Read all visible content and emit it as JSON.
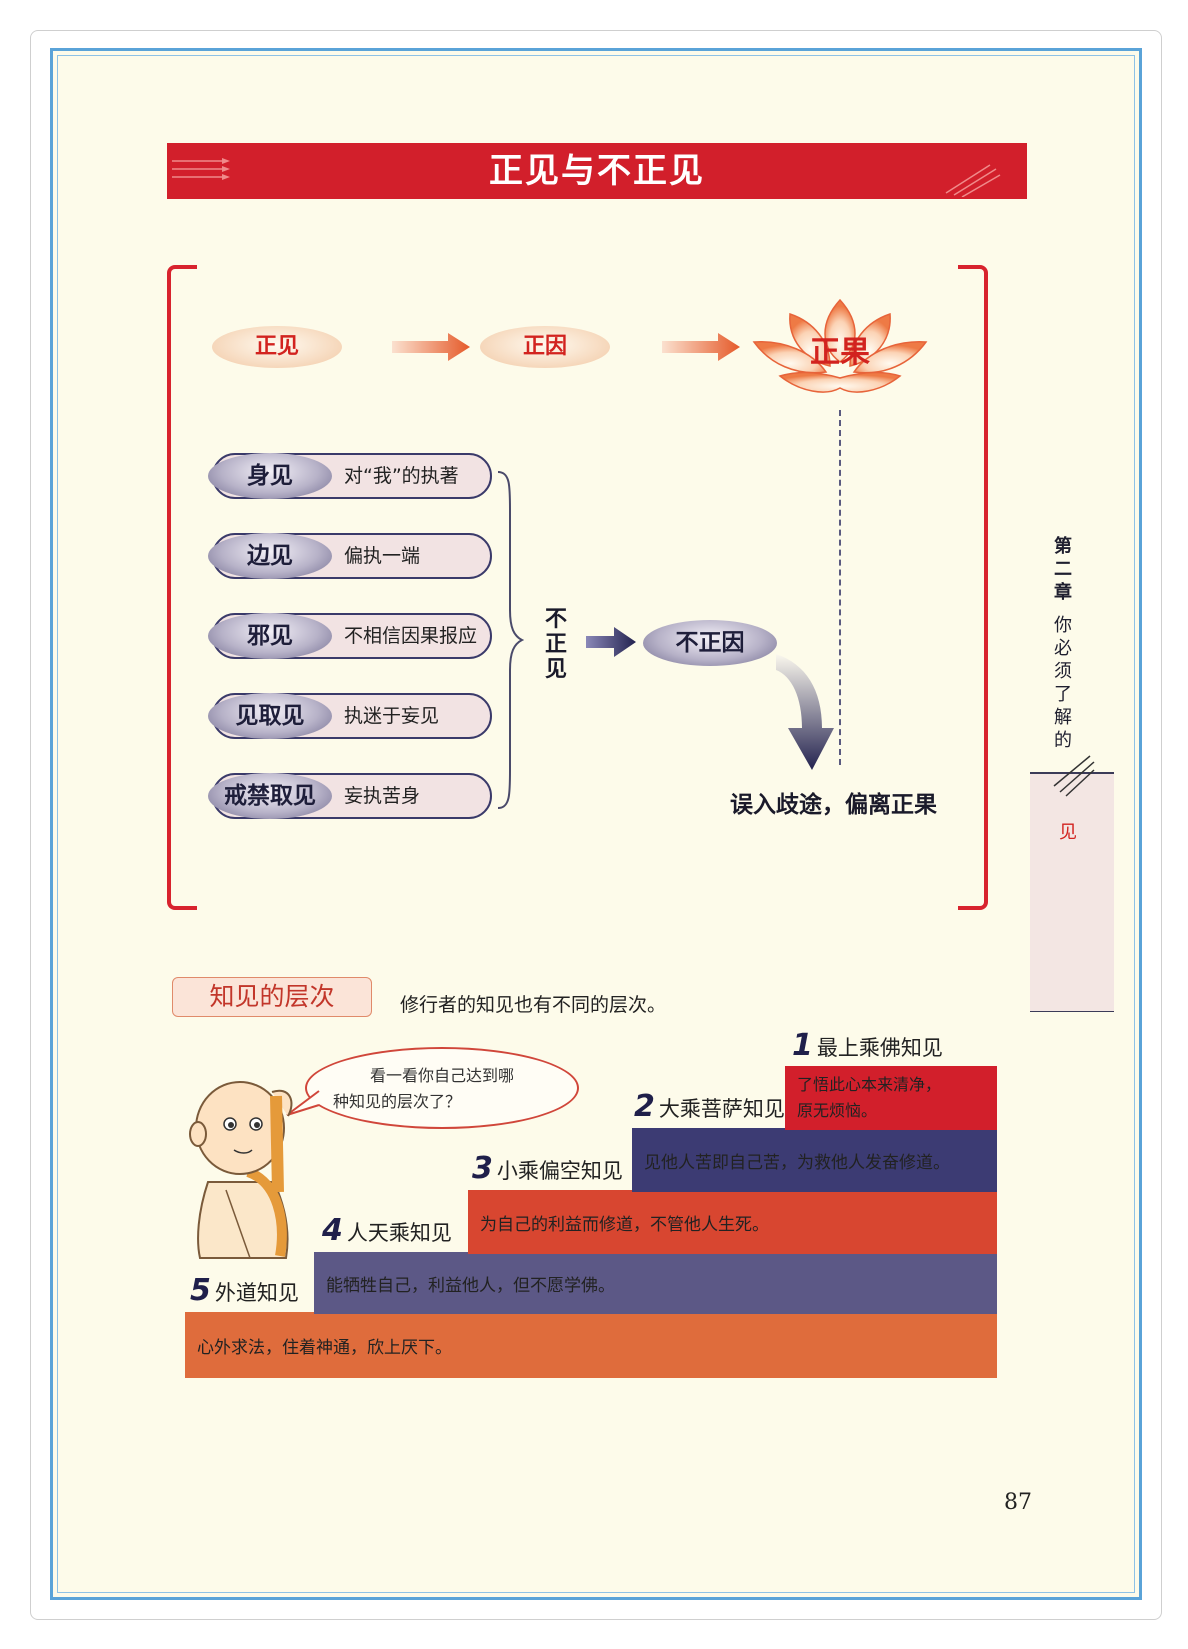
{
  "header": {
    "title": "正见与不正见"
  },
  "flow": {
    "a": "正见",
    "b": "正因",
    "c": "正果"
  },
  "wrong_views": [
    {
      "name": "身见",
      "desc": "对“我”的执著"
    },
    {
      "name": "边见",
      "desc": "偏执一端"
    },
    {
      "name": "邪见",
      "desc": "不相信因果报应"
    },
    {
      "name": "见取见",
      "desc": "执迷于妄见"
    },
    {
      "name": "戒禁取见",
      "desc": "妄执苦身"
    }
  ],
  "group_label": "不正见",
  "wrong_cause": "不正因",
  "result": "误入歧途，偏离正果",
  "side": {
    "chapter": "第二章",
    "subtitle": "你必须了解的",
    "tab": "见"
  },
  "levels_section": {
    "tag": "知见的层次",
    "desc": "修行者的知见也有不同的层次。"
  },
  "speech": {
    "line1": "看一看你自己达到哪",
    "line2": "种知见的层次了？"
  },
  "levels": [
    {
      "num": "1",
      "name": "最上乘佛知见",
      "desc_line1": "了悟此心本来清净，",
      "desc_line2": "原无烦恼。"
    },
    {
      "num": "2",
      "name": "大乘菩萨知见",
      "desc_line1": "见他人苦即自己苦，为救他人发奋修道。",
      "desc_line2": ""
    },
    {
      "num": "3",
      "name": "小乘偏空知见",
      "desc_line1": "为自己的利益而修道，不管他人生死。",
      "desc_line2": ""
    },
    {
      "num": "4",
      "name": "人天乘知见",
      "desc_line1": "能牺牲自己，利益他人，但不愿学佛。",
      "desc_line2": ""
    },
    {
      "num": "5",
      "name": "外道知见",
      "desc_line1": "心外求法，住着神通，欣上厌下。",
      "desc_line2": ""
    }
  ],
  "colors": {
    "red": "#d21f2b",
    "navy": "#3c3b73",
    "orange_red": "#d84630",
    "slate": "#5c5886",
    "orange": "#df6c3c"
  },
  "page_number": "87"
}
